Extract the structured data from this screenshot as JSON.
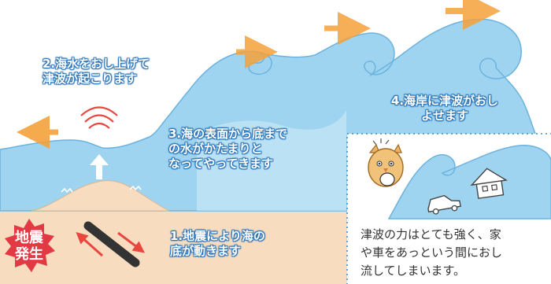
{
  "labels": {
    "step1": "1.地震により海の\n底が動きます",
    "step2": "2.海水をおし上げて\n津波が起こります",
    "step3": "3.海の表面から底まで\nの水がかたまりと\nなってやってきます",
    "step4": "4.海岸に津波がおし\nよせます"
  },
  "badge": "地震\n発生",
  "inset_caption": "津波の力はとても強く、家\nや車をあっという間におし\n流してしまいます。",
  "colors": {
    "sea": "#9ed4ef",
    "sea_light": "#d3ecf8",
    "seabed": "#f7dcc0",
    "wave_outline": "#6cb3df",
    "arrow_orange": "#f5a23a",
    "quake_red": "#e8463f",
    "label_outline": "#2a74b9"
  }
}
